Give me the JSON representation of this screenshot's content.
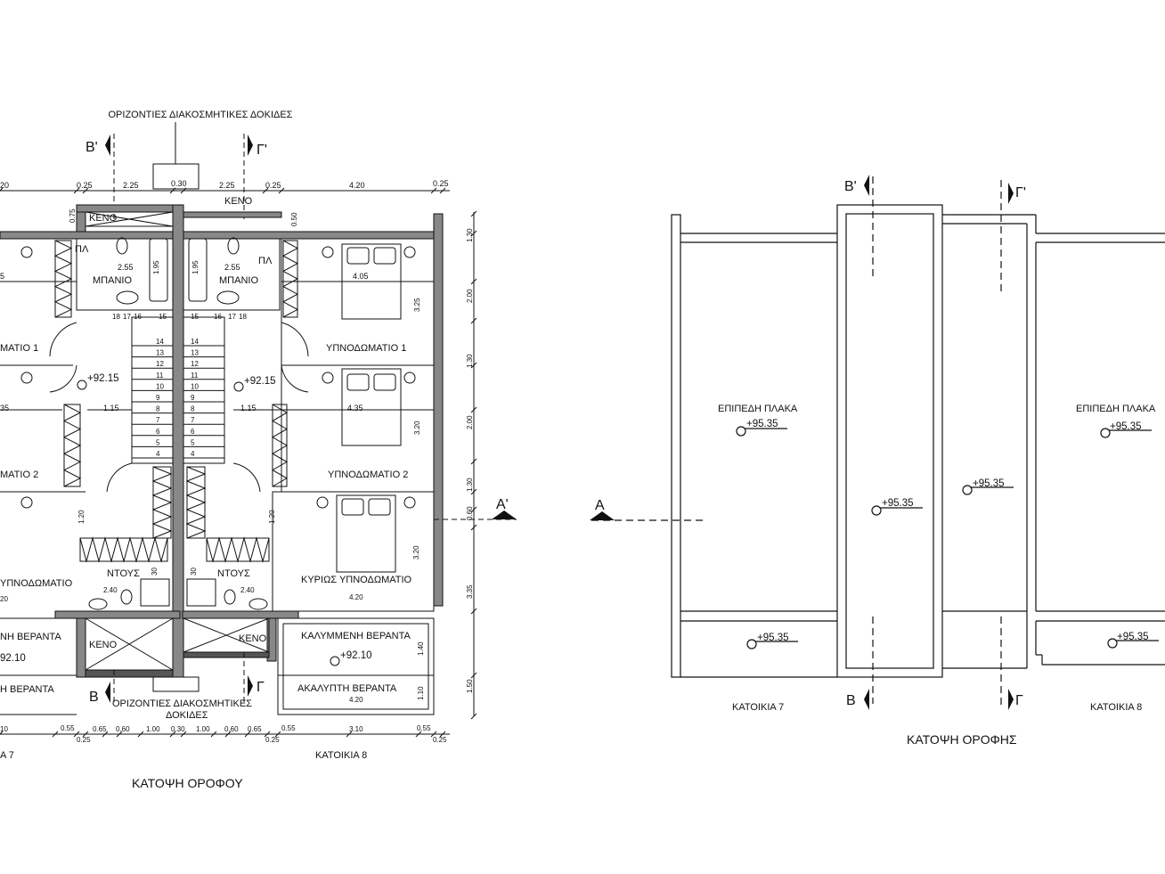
{
  "left_plan": {
    "top_note": "ΟΡΙΖΟΝΤΙΕΣ ΔΙΑΚΟΣΜΗΤΙΚΕΣ ΔΟΚΙΔΕΣ",
    "bottom_note_1": "ΟΡΙΖΟΝΤΙΕΣ ΔΙΑΚΟΣΜΗΤΙΚΕΣ",
    "bottom_note_2": "ΔΟΚΙΔΕΣ",
    "title": "ΚΑΤΟΨΗ ΟΡΟΦΟΥ",
    "unit_left": "Α 7",
    "unit_right": "ΚΑΤΟΙΚΙΑ 8",
    "section_marks": {
      "b_prime": "Β'",
      "g_prime": "Γ'",
      "b": "Β",
      "g": "Γ",
      "a_prime": "Α'"
    },
    "rooms": {
      "keno_tl": "ΚΕΝΟ",
      "keno_tr": "ΚΕΝΟ",
      "keno_bl": "ΚΕΝΟ",
      "keno_br": "ΚΕΝΟ",
      "pl_left": "ΠΛ",
      "pl_right": "ΠΛ",
      "bath_left": "ΜΠΑΝΙΟ",
      "bath_right": "ΜΠΑΝΙΟ",
      "bed1_left": "ΜΑΤΙΟ 1",
      "bed1_right": "ΥΠΝΟΔΩΜΑΤΙΟ 1",
      "bed2_left": "ΜΑΤΙΟ 2",
      "bed2_right": "ΥΠΝΟΔΩΜΑΤΙΟ 2",
      "master_left": "ΥΠΝΟΔΩΜΑΤΙΟ",
      "master_right": "ΚΥΡΙΩΣ ΥΠΝΟΔΩΜΑΤΙΟ",
      "shower_left": "ΝΤΟΥΣ",
      "shower_right": "ΝΤΟΥΣ",
      "cov_ver_left": "ΝΗ ΒΕΡΑΝΤΑ",
      "cov_ver_right": "ΚΑΛΥΜΜΕΝΗ ΒΕΡΑΝΤΑ",
      "unc_ver_left": "Η ΒΕΡΑΝΤΑ",
      "unc_ver_right": "ΑΚΑΛΥΠΤΗ ΒΕΡΑΝΤΑ"
    },
    "levels": {
      "l1": "+92.15",
      "l2": "+92.15",
      "l3": "92.10",
      "l4": "+92.10"
    },
    "top_dims": [
      "20",
      "0.25",
      "2.25",
      "0.30",
      "2.25",
      "0.25",
      "4.20",
      "0.25"
    ],
    "bottom_dims": [
      "10",
      "0.55",
      "0.25",
      "0.65",
      "0.60",
      "1.00",
      "0.30",
      "1.00",
      "0.60",
      "0.65",
      "0.25",
      "0.55",
      "3.10",
      "0.55",
      "0.25"
    ],
    "right_dims": [
      "1.30",
      "2.00",
      "1.30",
      "2.00",
      "1.30",
      "0.60",
      "3.35",
      "1.50"
    ],
    "inner_dims": {
      "d_075": "0.75",
      "d_050": "0.50",
      "d_255a": "2.55",
      "d_195a": "1.95",
      "d_195b": "1.95",
      "d_255b": "2.55",
      "d_405": "4.05",
      "d_5": "5",
      "d_325": "3.25",
      "d_115a": "1.15",
      "d_115b": "1.15",
      "d_35": "35",
      "d_435": "4.35",
      "d_320a": "3.20",
      "d_120a": "1.20",
      "d_120b": "1.20",
      "d_320b": "3.20",
      "d_30a": "30",
      "d_30b": "30",
      "d_240a": "2.40",
      "d_240b": "2.40",
      "d_20": "20",
      "d_420a": "4.20",
      "d_140": "1.40",
      "d_110": "1.10",
      "d_420b": "4.20"
    },
    "stairs_left": [
      "18",
      "17",
      "16",
      "15",
      "14",
      "13",
      "12",
      "11",
      "10",
      "9",
      "8",
      "7",
      "6",
      "5",
      "4"
    ],
    "stairs_right": [
      "15",
      "16",
      "17",
      "18",
      "14",
      "13",
      "12",
      "11",
      "10",
      "9",
      "8",
      "7",
      "6",
      "5",
      "4"
    ]
  },
  "right_plan": {
    "title": "ΚΑΤΟΨΗ ΟΡΟΦΗΣ",
    "unit_left": "ΚΑΤΟΙΚΙΑ 7",
    "unit_right": "ΚΑΤΟΙΚΙΑ 8",
    "slab_left": "ΕΠΙΠΕΔΗ ΠΛΑΚΑ",
    "slab_right": "ΕΠΙΠΕΔΗ ΠΛΑΚΑ",
    "section_marks": {
      "b_prime": "Β'",
      "g_prime": "Γ'",
      "b": "Β",
      "g": "Γ",
      "a": "Α"
    },
    "levels": {
      "l1": "+95.35",
      "l2": "+95.35",
      "l3": "+95.35",
      "l4": "+95.35",
      "l5": "+95.35",
      "l6": "+95.35"
    }
  }
}
